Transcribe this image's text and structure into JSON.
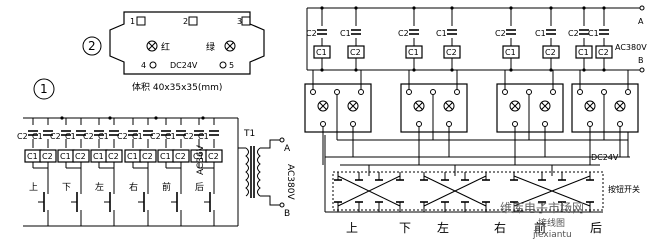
{
  "fig1": {
    "number": "1",
    "cap_labels": [
      "C2",
      "C1",
      "C2",
      "C1",
      "C2",
      "C1",
      "C2",
      "C1",
      "C2",
      "C1",
      "C2",
      "C1"
    ],
    "relay_labels": [
      "C1",
      "C2",
      "C1",
      "C2",
      "C1",
      "C2",
      "C1",
      "C2",
      "C1",
      "C2",
      "C1",
      "C2"
    ],
    "buttons": [
      "上",
      "下",
      "左",
      "右",
      "前",
      "后"
    ],
    "ac_low": "AC36V",
    "ac_high": "AC380V",
    "transformer": "T1",
    "terminal_a": "A",
    "terminal_b": "B"
  },
  "fig2": {
    "number": "2",
    "pin1": "1",
    "pin2": "2",
    "pin3": "3",
    "pin4": "4",
    "pin5": "5",
    "red": "红",
    "green": "绿",
    "dc": "DC24V",
    "volume": "体积 40x35x35(mm)"
  },
  "fig3": {
    "cap_labels": [
      "C2",
      "C1",
      "C2",
      "C1",
      "C2",
      "C1",
      "C2",
      "C1"
    ],
    "relay_labels": [
      "C1",
      "C2",
      "C1",
      "C2",
      "C1",
      "C2",
      "C1",
      "C2"
    ],
    "ac": "AC380V",
    "terminal_a": "A",
    "terminal_b": "B",
    "dc": "DC24V",
    "switch_label": "按钮开关",
    "directions": [
      "上",
      "下",
      "左",
      "右",
      "前",
      "后"
    ]
  },
  "watermark": {
    "main": "维库电子市场网",
    "sub": "jiexiantu",
    "cn": "接线图"
  }
}
